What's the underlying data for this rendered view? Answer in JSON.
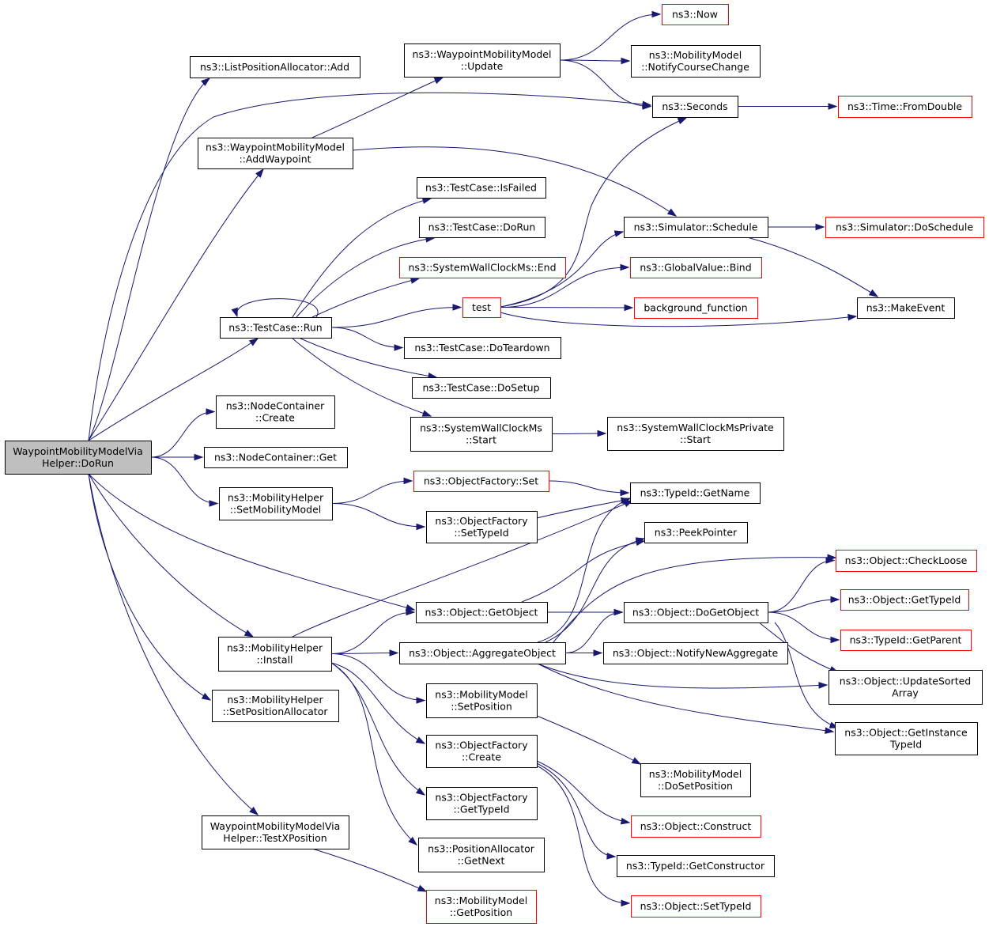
{
  "colors": {
    "edge": "#191970",
    "external_border": "#ff0000",
    "root_fill": "#bfbfbf"
  },
  "nodes": [
    {
      "id": "root",
      "label": [
        "WaypointMobilityModelVia",
        "Helper::DoRun"
      ],
      "style": "root"
    },
    {
      "id": "lpa_add",
      "label": [
        "ns3::ListPositionAllocator::Add"
      ],
      "style": "normal"
    },
    {
      "id": "wmm_update",
      "label": [
        "ns3::WaypointMobilityModel",
        "::Update"
      ],
      "style": "normal"
    },
    {
      "id": "now",
      "label": [
        "ns3::Now"
      ],
      "style": "red"
    },
    {
      "id": "mm_notify",
      "label": [
        "ns3::MobilityModel",
        "::NotifyCourseChange"
      ],
      "style": "normal"
    },
    {
      "id": "seconds",
      "label": [
        "ns3::Seconds"
      ],
      "style": "normal"
    },
    {
      "id": "fromdouble",
      "label": [
        "ns3::Time::FromDouble"
      ],
      "style": "red"
    },
    {
      "id": "wmm_addwp",
      "label": [
        "ns3::WaypointMobilityModel",
        "::AddWaypoint"
      ],
      "style": "normal"
    },
    {
      "id": "tc_isfailed",
      "label": [
        "ns3::TestCase::IsFailed"
      ],
      "style": "normal"
    },
    {
      "id": "tc_dorun",
      "label": [
        "ns3::TestCase::DoRun"
      ],
      "style": "normal"
    },
    {
      "id": "sim_schedule",
      "label": [
        "ns3::Simulator::Schedule"
      ],
      "style": "normal"
    },
    {
      "id": "sim_doschedule",
      "label": [
        "ns3::Simulator::DoSchedule"
      ],
      "style": "red"
    },
    {
      "id": "swc_end",
      "label": [
        "ns3::SystemWallClockMs::End"
      ],
      "style": "red"
    },
    {
      "id": "gv_bind",
      "label": [
        "ns3::GlobalValue::Bind"
      ],
      "style": "red"
    },
    {
      "id": "test",
      "label": [
        "test"
      ],
      "style": "red"
    },
    {
      "id": "bg_fn",
      "label": [
        "background_function"
      ],
      "style": "red"
    },
    {
      "id": "makeevent",
      "label": [
        "ns3::MakeEvent"
      ],
      "style": "normal"
    },
    {
      "id": "tc_run",
      "label": [
        "ns3::TestCase::Run"
      ],
      "style": "normal"
    },
    {
      "id": "tc_teardown",
      "label": [
        "ns3::TestCase::DoTeardown"
      ],
      "style": "normal"
    },
    {
      "id": "tc_setup",
      "label": [
        "ns3::TestCase::DoSetup"
      ],
      "style": "normal"
    },
    {
      "id": "nc_create",
      "label": [
        "ns3::NodeContainer",
        "::Create"
      ],
      "style": "normal"
    },
    {
      "id": "swc_start",
      "label": [
        "ns3::SystemWallClockMs",
        "::Start"
      ],
      "style": "normal"
    },
    {
      "id": "swcp_start",
      "label": [
        "ns3::SystemWallClockMsPrivate",
        "::Start"
      ],
      "style": "normal"
    },
    {
      "id": "nc_get",
      "label": [
        "ns3::NodeContainer::Get"
      ],
      "style": "normal"
    },
    {
      "id": "of_set",
      "label": [
        "ns3::ObjectFactory::Set"
      ],
      "style": "red"
    },
    {
      "id": "tid_getname",
      "label": [
        "ns3::TypeId::GetName"
      ],
      "style": "normal"
    },
    {
      "id": "mh_setmm",
      "label": [
        "ns3::MobilityHelper",
        "::SetMobilityModel"
      ],
      "style": "normal"
    },
    {
      "id": "of_settypeid",
      "label": [
        "ns3::ObjectFactory",
        "::SetTypeId"
      ],
      "style": "normal"
    },
    {
      "id": "peekpointer",
      "label": [
        "ns3::PeekPointer"
      ],
      "style": "normal"
    },
    {
      "id": "obj_checkloose",
      "label": [
        "ns3::Object::CheckLoose"
      ],
      "style": "red"
    },
    {
      "id": "obj_getobject",
      "label": [
        "ns3::Object::GetObject"
      ],
      "style": "normal"
    },
    {
      "id": "obj_dogetobject",
      "label": [
        "ns3::Object::DoGetObject"
      ],
      "style": "normal"
    },
    {
      "id": "obj_gettypeid",
      "label": [
        "ns3::Object::GetTypeId"
      ],
      "style": "red"
    },
    {
      "id": "tid_getparent",
      "label": [
        "ns3::TypeId::GetParent"
      ],
      "style": "red"
    },
    {
      "id": "mh_install",
      "label": [
        "ns3::MobilityHelper",
        "::Install"
      ],
      "style": "normal"
    },
    {
      "id": "obj_aggregate",
      "label": [
        "ns3::Object::AggregateObject"
      ],
      "style": "normal"
    },
    {
      "id": "obj_notifynew",
      "label": [
        "ns3::Object::NotifyNewAggregate"
      ],
      "style": "normal"
    },
    {
      "id": "obj_updatesorted",
      "label": [
        "ns3::Object::UpdateSorted",
        "Array"
      ],
      "style": "normal"
    },
    {
      "id": "mm_setposition",
      "label": [
        "ns3::MobilityModel",
        "::SetPosition"
      ],
      "style": "normal"
    },
    {
      "id": "mh_setposalloc",
      "label": [
        "ns3::MobilityHelper",
        "::SetPositionAllocator"
      ],
      "style": "normal"
    },
    {
      "id": "obj_getinstancetid",
      "label": [
        "ns3::Object::GetInstance",
        "TypeId"
      ],
      "style": "normal"
    },
    {
      "id": "of_create",
      "label": [
        "ns3::ObjectFactory",
        "::Create"
      ],
      "style": "normal"
    },
    {
      "id": "mm_dosetposition",
      "label": [
        "ns3::MobilityModel",
        "::DoSetPosition"
      ],
      "style": "normal"
    },
    {
      "id": "of_gettypeid",
      "label": [
        "ns3::ObjectFactory",
        "::GetTypeId"
      ],
      "style": "normal"
    },
    {
      "id": "wmm_testx",
      "label": [
        "WaypointMobilityModelVia",
        "Helper::TestXPosition"
      ],
      "style": "normal"
    },
    {
      "id": "obj_construct",
      "label": [
        "ns3::Object::Construct"
      ],
      "style": "red"
    },
    {
      "id": "pa_getnext",
      "label": [
        "ns3::PositionAllocator",
        "::GetNext"
      ],
      "style": "normal"
    },
    {
      "id": "tid_getconstructor",
      "label": [
        "ns3::TypeId::GetConstructor"
      ],
      "style": "normal"
    },
    {
      "id": "obj_settypeid",
      "label": [
        "ns3::Object::SetTypeId"
      ],
      "style": "red"
    },
    {
      "id": "mm_getposition",
      "label": [
        "ns3::MobilityModel",
        "::GetPosition"
      ],
      "style": "red"
    }
  ],
  "edges": [
    {
      "from": "root",
      "to": "lpa_add"
    },
    {
      "from": "root",
      "to": "seconds"
    },
    {
      "from": "root",
      "to": "wmm_addwp"
    },
    {
      "from": "root",
      "to": "tc_run"
    },
    {
      "from": "root",
      "to": "nc_create"
    },
    {
      "from": "root",
      "to": "nc_get"
    },
    {
      "from": "root",
      "to": "mh_setmm"
    },
    {
      "from": "root",
      "to": "obj_getobject"
    },
    {
      "from": "root",
      "to": "mh_install"
    },
    {
      "from": "root",
      "to": "mh_setposalloc"
    },
    {
      "from": "root",
      "to": "wmm_testx"
    },
    {
      "from": "wmm_update",
      "to": "now"
    },
    {
      "from": "wmm_update",
      "to": "mm_notify"
    },
    {
      "from": "wmm_update",
      "to": "seconds"
    },
    {
      "from": "seconds",
      "to": "fromdouble"
    },
    {
      "from": "wmm_addwp",
      "to": "wmm_update"
    },
    {
      "from": "wmm_addwp",
      "to": "sim_schedule"
    },
    {
      "from": "tc_run",
      "to": "tc_isfailed"
    },
    {
      "from": "tc_run",
      "to": "tc_dorun"
    },
    {
      "from": "tc_run",
      "to": "swc_end"
    },
    {
      "from": "tc_run",
      "to": "tc_run"
    },
    {
      "from": "tc_run",
      "to": "test"
    },
    {
      "from": "tc_run",
      "to": "tc_teardown"
    },
    {
      "from": "tc_run",
      "to": "tc_setup"
    },
    {
      "from": "tc_run",
      "to": "swc_start"
    },
    {
      "from": "test",
      "to": "seconds"
    },
    {
      "from": "test",
      "to": "sim_schedule"
    },
    {
      "from": "test",
      "to": "gv_bind"
    },
    {
      "from": "test",
      "to": "bg_fn"
    },
    {
      "from": "test",
      "to": "makeevent"
    },
    {
      "from": "sim_schedule",
      "to": "sim_doschedule"
    },
    {
      "from": "sim_schedule",
      "to": "makeevent"
    },
    {
      "from": "swc_start",
      "to": "swcp_start"
    },
    {
      "from": "mh_setmm",
      "to": "of_set"
    },
    {
      "from": "mh_setmm",
      "to": "of_settypeid"
    },
    {
      "from": "of_set",
      "to": "tid_getname"
    },
    {
      "from": "of_settypeid",
      "to": "tid_getname"
    },
    {
      "from": "obj_getobject",
      "to": "peekpointer"
    },
    {
      "from": "obj_getobject",
      "to": "obj_dogetobject"
    },
    {
      "from": "obj_dogetobject",
      "to": "obj_checkloose"
    },
    {
      "from": "obj_dogetobject",
      "to": "obj_gettypeid"
    },
    {
      "from": "obj_dogetobject",
      "to": "tid_getparent"
    },
    {
      "from": "obj_dogetobject",
      "to": "obj_updatesorted"
    },
    {
      "from": "obj_dogetobject",
      "to": "obj_getinstancetid"
    },
    {
      "from": "mh_install",
      "to": "tid_getname"
    },
    {
      "from": "mh_install",
      "to": "obj_getobject"
    },
    {
      "from": "mh_install",
      "to": "obj_aggregate"
    },
    {
      "from": "mh_install",
      "to": "mm_setposition"
    },
    {
      "from": "mh_install",
      "to": "of_create"
    },
    {
      "from": "mh_install",
      "to": "of_gettypeid"
    },
    {
      "from": "mh_install",
      "to": "pa_getnext"
    },
    {
      "from": "obj_aggregate",
      "to": "tid_getname"
    },
    {
      "from": "obj_aggregate",
      "to": "peekpointer"
    },
    {
      "from": "obj_aggregate",
      "to": "obj_checkloose"
    },
    {
      "from": "obj_aggregate",
      "to": "obj_dogetobject"
    },
    {
      "from": "obj_aggregate",
      "to": "obj_notifynew"
    },
    {
      "from": "obj_aggregate",
      "to": "obj_updatesorted"
    },
    {
      "from": "obj_aggregate",
      "to": "obj_getinstancetid"
    },
    {
      "from": "mm_setposition",
      "to": "mm_dosetposition"
    },
    {
      "from": "of_create",
      "to": "obj_construct"
    },
    {
      "from": "of_create",
      "to": "tid_getconstructor"
    },
    {
      "from": "of_create",
      "to": "obj_settypeid"
    },
    {
      "from": "wmm_testx",
      "to": "mm_getposition"
    }
  ]
}
